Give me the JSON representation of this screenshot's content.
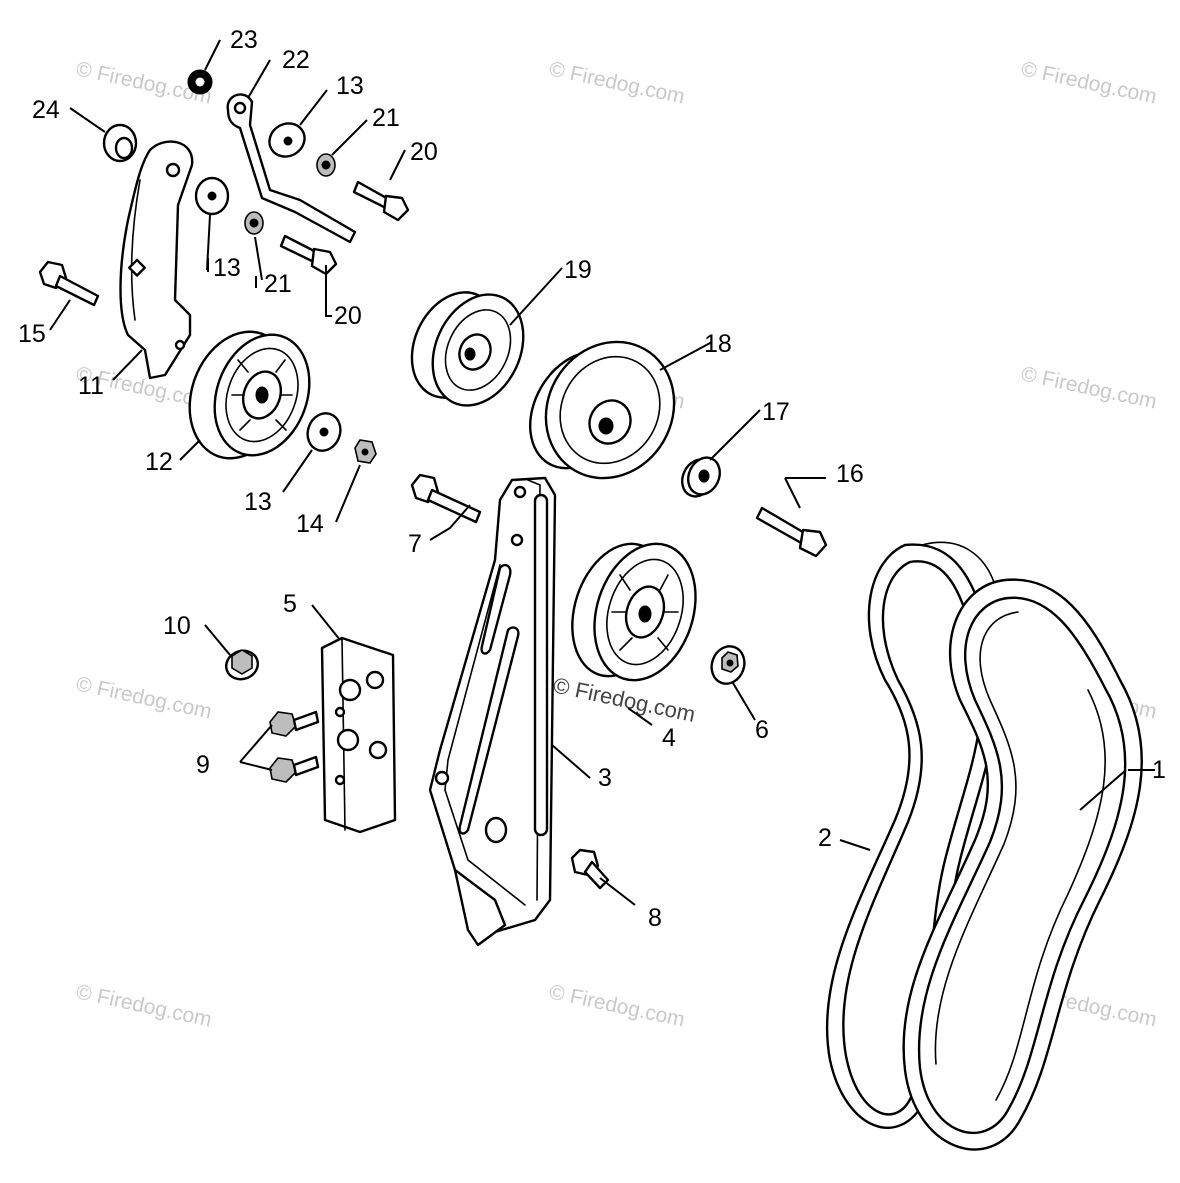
{
  "diagram": {
    "watermark": "© Firedog.com",
    "callouts": {
      "c1": "1",
      "c2": "2",
      "c3": "3",
      "c4": "4",
      "c5": "5",
      "c6": "6",
      "c7": "7",
      "c8": "8",
      "c9": "9",
      "c10": "10",
      "c11": "11",
      "c12": "12",
      "c13a": "13",
      "c13b": "13",
      "c13c": "13",
      "c14": "14",
      "c15": "15",
      "c16": "16",
      "c17": "17",
      "c18": "18",
      "c19": "19",
      "c20a": "20",
      "c20b": "20",
      "c21a": "21",
      "c21b": "21",
      "c22": "22",
      "c23": "23",
      "c24": "24"
    }
  }
}
